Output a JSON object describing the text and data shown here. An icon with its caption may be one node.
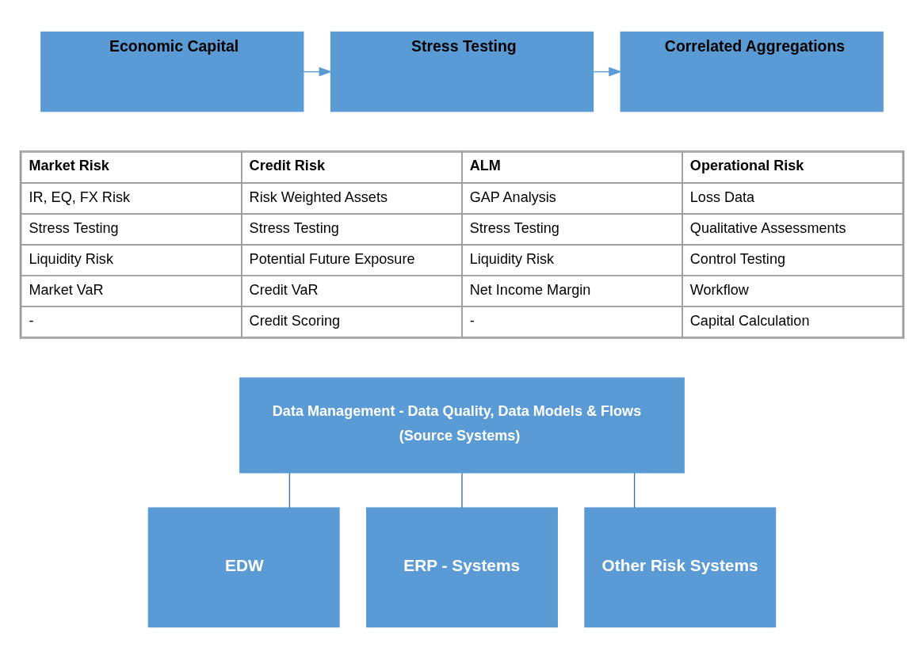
{
  "diagram": {
    "nodes": [
      {
        "text": [
          "Economic Capital"
        ]
      },
      {
        "text": [
          "Stress Testing"
        ]
      },
      {
        "text": [
          "Correlated Aggregations"
        ]
      },
      {
        "text": [
          "Data Management - Data Quality, Data Models & Flows",
          "(Source Systems)"
        ]
      },
      {
        "text": [
          "EDW"
        ]
      },
      {
        "text": [
          "ERP - Systems"
        ]
      },
      {
        "text": [
          "Other Risk Systems"
        ]
      }
    ],
    "edges": [
      {
        "from": 0,
        "to": 1,
        "arrow": "to"
      },
      {
        "from": 1,
        "to": 2,
        "arrow": "to"
      },
      {
        "from": 3,
        "to": 4,
        "arrow": "none"
      },
      {
        "from": 3,
        "to": 5,
        "arrow": "none"
      },
      {
        "from": 3,
        "to": 6,
        "arrow": "none"
      }
    ],
    "labels": [
      "Market Risk",
      "Credit Risk",
      "ALM",
      "Operational Risk",
      "IR, EQ, FX Risk",
      "Risk Weighted Assets",
      "GAP Analysis",
      "Loss Data",
      "Stress Testing",
      "Stress Testing",
      "Stress Testing",
      "Qualitative Assessments",
      "Liquidity Risk",
      "Potential Future Exposure",
      "Liquidity Risk",
      "Control Testing",
      "Market VaR",
      "Credit VaR",
      "Net Income Margin",
      "Workflow",
      "-",
      "Credit Scoring",
      "-",
      "Capital Calculation"
    ]
  }
}
